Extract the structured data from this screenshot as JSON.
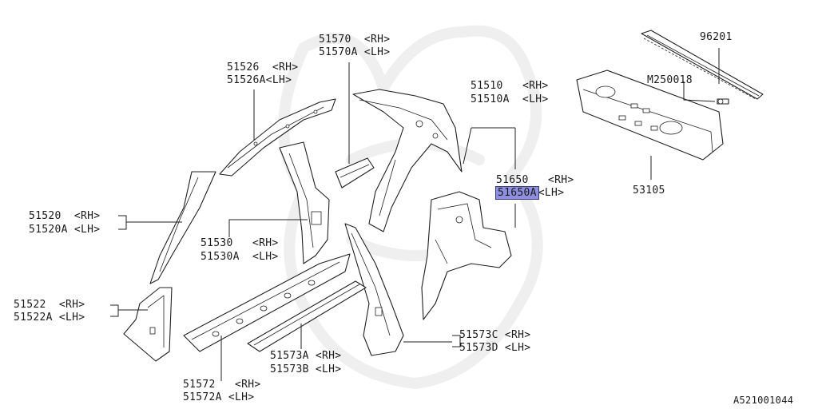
{
  "diagram": {
    "labels": {
      "p51570": "51570  <RH>",
      "p51570a": "51570A <LH>",
      "p51526": "51526  <RH>",
      "p51526a": "51526A<LH>",
      "p51510": "51510   <RH>",
      "p51510a": "51510A  <LH>",
      "p96201": "96201",
      "pm250018": "M250018",
      "p51650": "51650   <RH>",
      "p51650a": "51650A",
      "p51650a_side": "<LH>",
      "p53105": "53105",
      "p51520": "51520  <RH>",
      "p51520a": "51520A <LH>",
      "p51530": "51530   <RH>",
      "p51530a": "51530A  <LH>",
      "p51522": "51522  <RH>",
      "p51522a": "51522A <LH>",
      "p51573c": "51573C <RH>",
      "p51573d": "51573D <LH>",
      "p51573a": "51573A <RH>",
      "p51573b": "51573B <LH>",
      "p51572": "51572   <RH>",
      "p51572a": "51572A <LH>"
    },
    "footer_code": "A521001044",
    "highlight_color": "#8f8fe0"
  }
}
